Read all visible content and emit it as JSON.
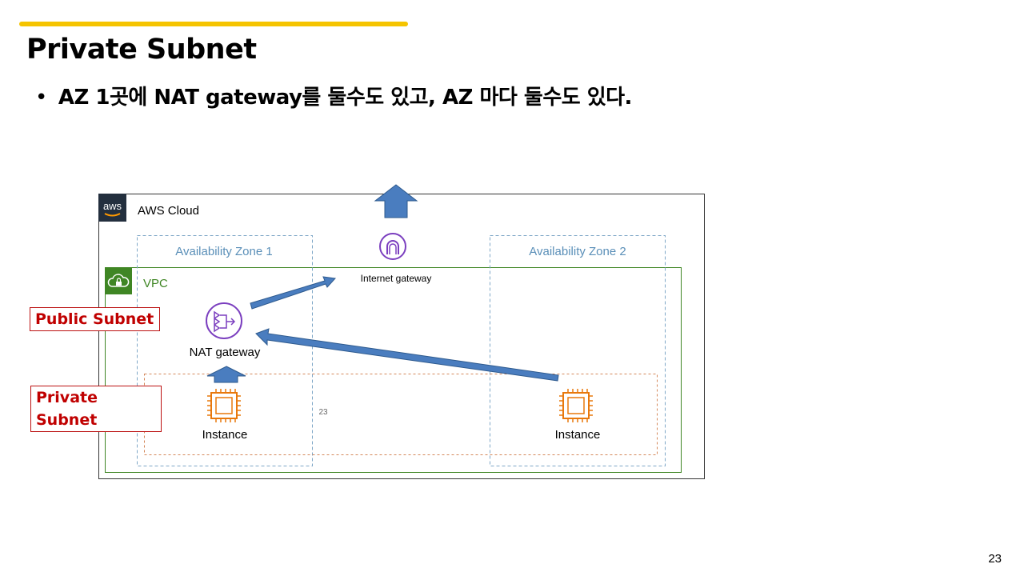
{
  "slide": {
    "title": "Private Subnet",
    "bullet": "AZ 1곳에 NAT gateway를 둘수도 있고, AZ 마다 둘수도 있다.",
    "page_number": "23"
  },
  "diagram": {
    "aws_cloud_label": "AWS Cloud",
    "aws_logo_text": "aws",
    "az1_label": "Availability Zone 1",
    "az2_label": "Availability Zone 2",
    "vpc_label": "VPC",
    "internet_gateway_label": "Internet gateway",
    "nat_gateway_label": "NAT gateway",
    "instance1_label": "Instance",
    "instance2_label": "Instance",
    "inner_page_number": "23",
    "public_subnet_label": "Public Subnet",
    "private_subnet_label": "Private Subnet"
  },
  "colors": {
    "accent": "#f5c400",
    "arrow_fill": "#4a7dbf",
    "arrow_stroke": "#2e5a8e",
    "vpc_green": "#3f8624",
    "az_blue": "#5a8fb8",
    "nat_purple": "#7b3fbf",
    "instance_orange": "#e8780c",
    "subnet_label_red": "#c00000"
  },
  "icons": [
    "aws-logo-icon",
    "vpc-cloud-lock-icon",
    "internet-gateway-icon",
    "nat-gateway-icon",
    "ec2-instance-icon"
  ]
}
